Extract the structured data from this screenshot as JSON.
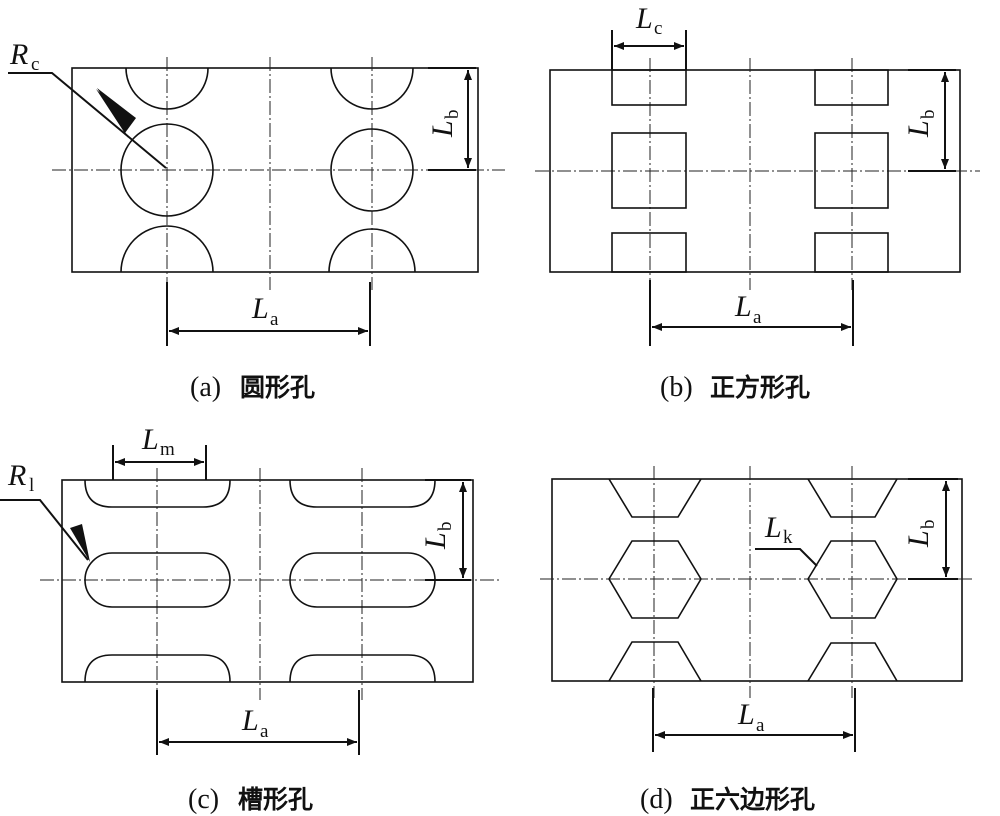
{
  "labels": {
    "L": "L",
    "R": "R",
    "a": "a",
    "b": "b",
    "c": "c",
    "m": "m",
    "k": "k",
    "l": "l"
  },
  "panels": [
    {
      "id": "(a)",
      "title": "圆形孔"
    },
    {
      "id": "(b)",
      "title": "正方形孔"
    },
    {
      "id": "(c)",
      "title": "槽形孔"
    },
    {
      "id": "(d)",
      "title": "正六边形孔"
    }
  ]
}
